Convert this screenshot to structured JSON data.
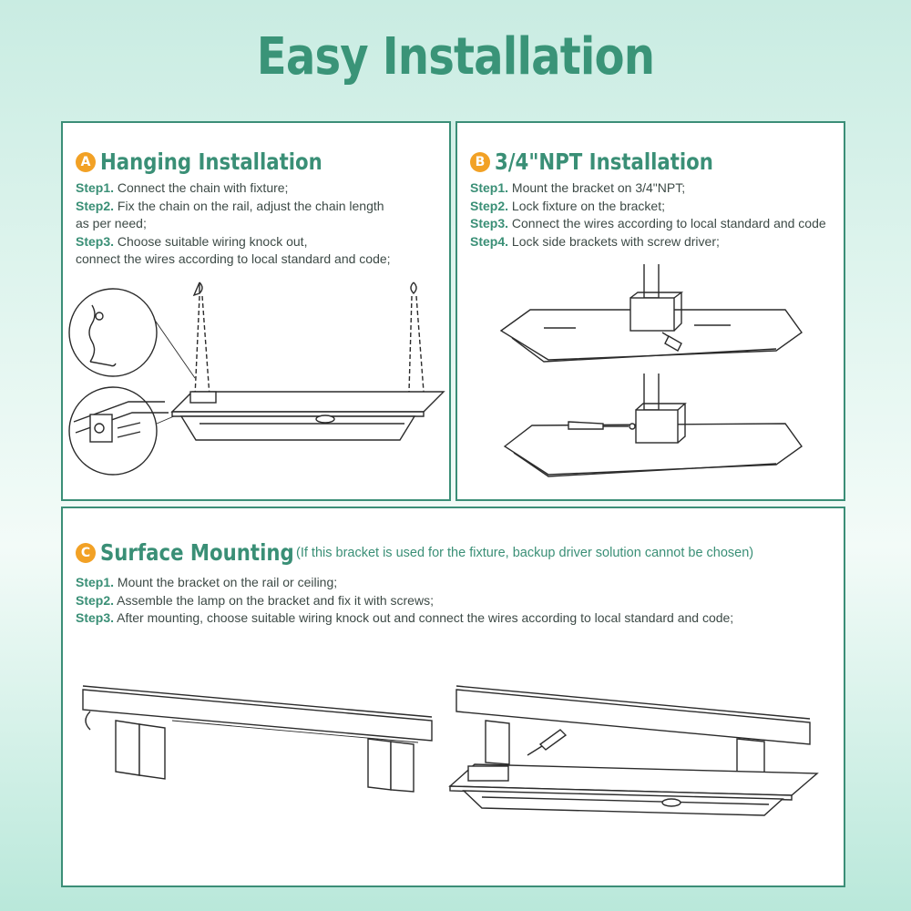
{
  "title": "Easy Installation",
  "panel_a": {
    "badge": "A",
    "heading": "Hanging Installation",
    "steps": [
      {
        "label": "Step1.",
        "text": " Connect the chain with fixture;"
      },
      {
        "label": "Step2.",
        "text": " Fix the chain on the rail, adjust the chain length"
      },
      {
        "label": "",
        "text": "as per need;"
      },
      {
        "label": "Step3.",
        "text": " Choose suitable wiring knock out,"
      },
      {
        "label": "",
        "text": "connect the wires according to local standard and code;"
      }
    ]
  },
  "panel_b": {
    "badge": "B",
    "heading": "3/4\"NPT Installation",
    "steps": [
      {
        "label": "Step1.",
        "text": " Mount the bracket on 3/4\"NPT;"
      },
      {
        "label": "Step2.",
        "text": " Lock fixture on the bracket;"
      },
      {
        "label": "Step3.",
        "text": " Connect the wires according to local standard and code"
      },
      {
        "label": "Step4.",
        "text": " Lock side brackets with screw driver;"
      }
    ]
  },
  "panel_c": {
    "badge": "C",
    "heading": "Surface Mounting",
    "note": "(If this bracket is used for the fixture, backup driver solution cannot be chosen)",
    "steps": [
      {
        "label": "Step1.",
        "text": " Mount the bracket on the rail or ceiling;"
      },
      {
        "label": "Step2.",
        "text": " Assemble the lamp on the bracket and fix it with screws;"
      },
      {
        "label": "Step3.",
        "text": " After mounting, choose suitable wiring knock out and connect the wires according to local standard and code;"
      }
    ]
  }
}
